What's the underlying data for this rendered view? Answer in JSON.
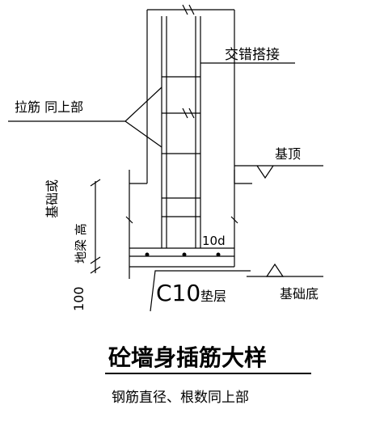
{
  "labels": {
    "lap_splice": "交错搭接",
    "tie_bar": "拉筋 同上部",
    "foundation_top": "基顶",
    "foundation_height": "基础或",
    "beam_height": "地梁 高",
    "hook_length": "10d",
    "cushion_thickness": "100",
    "cushion_label": "C10",
    "cushion_suffix": "垫层",
    "foundation_bottom": "基础底"
  },
  "title": "砼墙身插筋大样",
  "note": "钢筋直径、根数同上部"
}
